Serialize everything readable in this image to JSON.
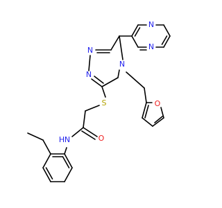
{
  "molecule": {
    "atoms": {
      "pyrazine_n_top": {
        "symbol": "N",
        "color": "#2222ee"
      },
      "pyrazine_n_bottom": {
        "symbol": "N",
        "color": "#2222ee"
      },
      "triazole_n1": {
        "symbol": "N",
        "color": "#2222ee"
      },
      "triazole_n2": {
        "symbol": "N",
        "color": "#2222ee"
      },
      "triazole_n4": {
        "symbol": "N",
        "color": "#2222ee"
      },
      "sulfur": {
        "symbol": "S",
        "color": "#b3a300"
      },
      "furan_o": {
        "symbol": "O",
        "color": "#ee2222"
      },
      "carbonyl_o": {
        "symbol": "O",
        "color": "#ee2222"
      },
      "amide_n": {
        "symbol": "N",
        "color": "#2222ee"
      },
      "amide_h": {
        "symbol": "H",
        "color": "#2222ee"
      }
    },
    "bond_color": "#000000"
  }
}
